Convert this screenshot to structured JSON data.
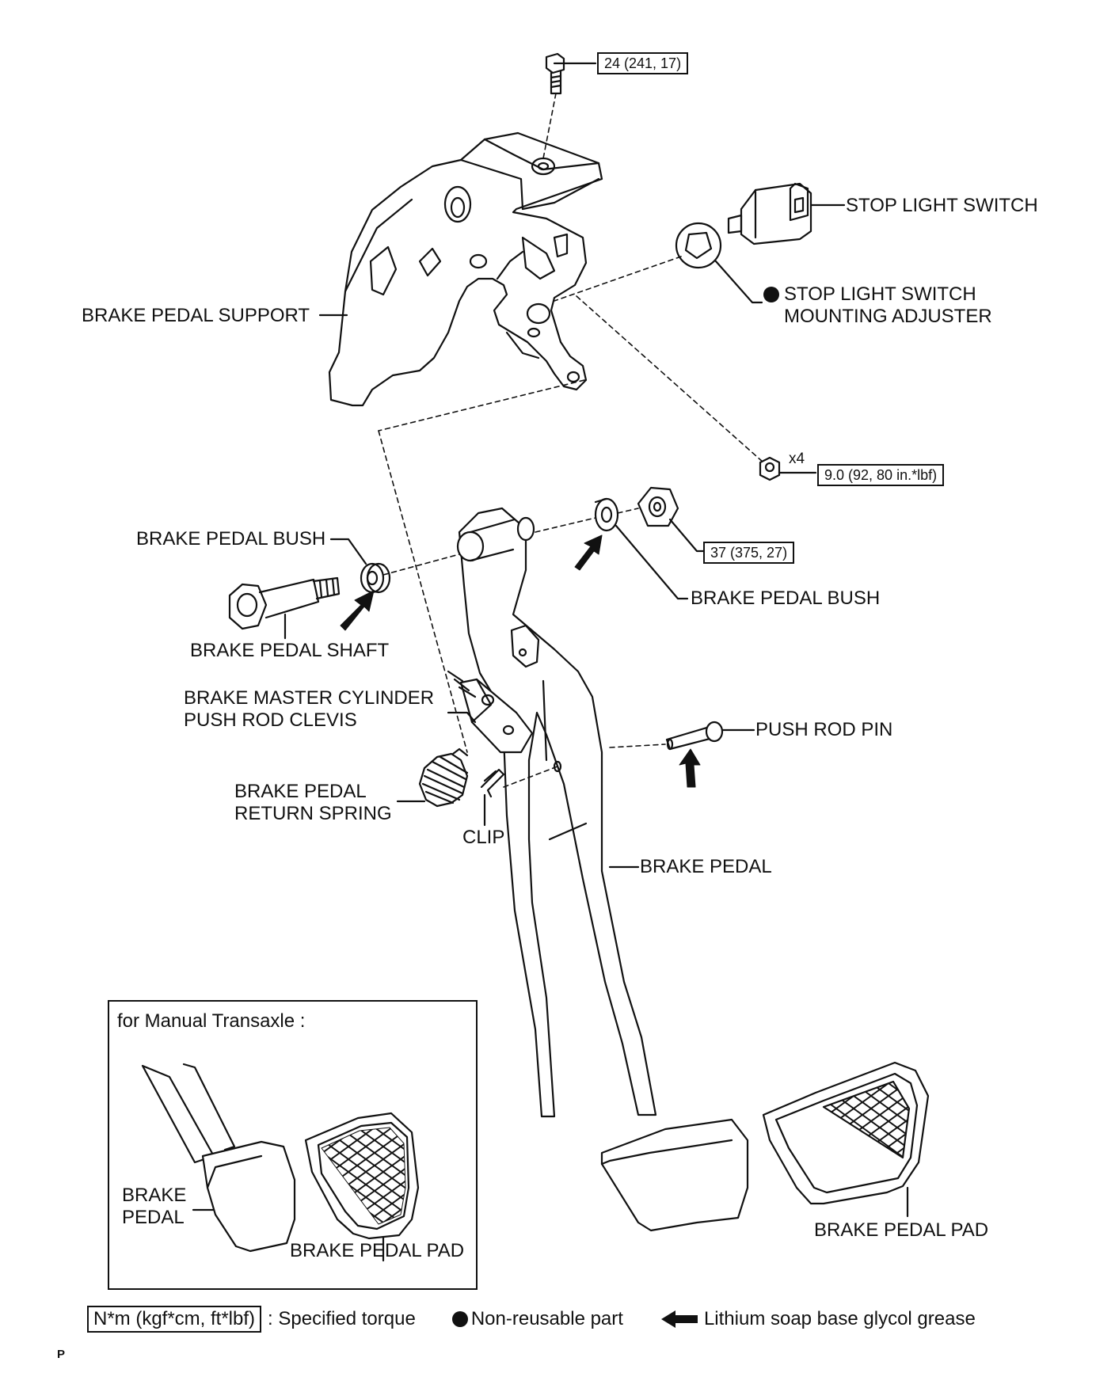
{
  "labels": {
    "brake_pedal_support": "BRAKE PEDAL SUPPORT",
    "stop_light_switch": "STOP LIGHT SWITCH",
    "stop_light_switch_adjuster": "STOP LIGHT SWITCH\nMOUNTING ADJUSTER",
    "brake_pedal_bush_left": "BRAKE PEDAL BUSH",
    "brake_pedal_bush_right": "BRAKE PEDAL BUSH",
    "brake_pedal_shaft": "BRAKE PEDAL SHAFT",
    "push_rod_clevis": "BRAKE MASTER CYLINDER\nPUSH ROD CLEVIS",
    "push_rod_pin": "PUSH ROD PIN",
    "return_spring": "BRAKE PEDAL\nRETURN SPRING",
    "clip": "CLIP",
    "brake_pedal": "BRAKE PEDAL",
    "brake_pedal_pad": "BRAKE PEDAL PAD"
  },
  "torques": {
    "top_bolt": "24 (241, 17)",
    "nuts": "9.0 (92, 80 in.*lbf)",
    "pivot_nut": "37 (375, 27)"
  },
  "quantity": "x4",
  "inset": {
    "title": "for Manual  Transaxle :",
    "pedal_label": "BRAKE\nPEDAL",
    "pad_label": "BRAKE PEDAL PAD"
  },
  "legend": {
    "torque_box": "N*m (kgf*cm, ft*lbf)",
    "torque_text": ": Specified torque",
    "nonreusable_text": "Non-reusable part",
    "grease_text": "Lithium soap base glycol grease"
  },
  "page_marker": "P"
}
